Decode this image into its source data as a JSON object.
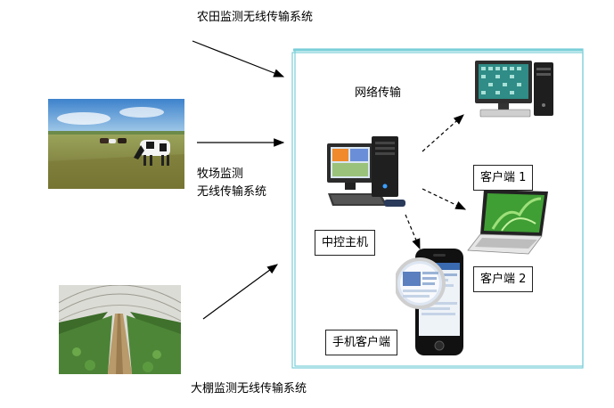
{
  "sources": {
    "farmland_label": "农田监测无线传输系统",
    "pasture_label_line1": "牧场监测",
    "pasture_label_line2": "无线传输系统",
    "greenhouse_label": "大棚监测无线传输系统"
  },
  "network": {
    "title": "网络传输",
    "central_host": "中控主机",
    "client1": "客户端 1",
    "client2": "客户端 2",
    "mobile_client": "手机客户端"
  },
  "colors": {
    "frame": "#79cfd8",
    "arrow": "#000000"
  }
}
